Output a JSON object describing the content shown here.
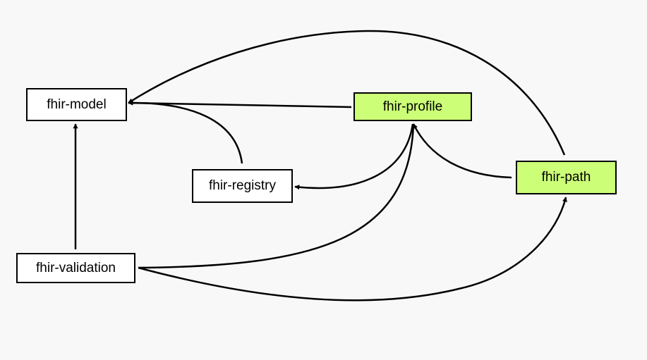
{
  "diagram": {
    "nodes": [
      {
        "id": "fhir-model",
        "label": "fhir-model",
        "highlighted": false
      },
      {
        "id": "fhir-profile",
        "label": "fhir-profile",
        "highlighted": true
      },
      {
        "id": "fhir-registry",
        "label": "fhir-registry",
        "highlighted": false
      },
      {
        "id": "fhir-path",
        "label": "fhir-path",
        "highlighted": true
      },
      {
        "id": "fhir-validation",
        "label": "fhir-validation",
        "highlighted": false
      }
    ],
    "edges": [
      {
        "from": "fhir-profile",
        "to": "fhir-model"
      },
      {
        "from": "fhir-registry",
        "to": "fhir-model"
      },
      {
        "from": "fhir-path",
        "to": "fhir-model"
      },
      {
        "from": "fhir-validation",
        "to": "fhir-model"
      },
      {
        "from": "fhir-profile",
        "to": "fhir-registry"
      },
      {
        "from": "fhir-path",
        "to": "fhir-profile"
      },
      {
        "from": "fhir-validation",
        "to": "fhir-profile"
      },
      {
        "from": "fhir-validation",
        "to": "fhir-path"
      }
    ],
    "colors": {
      "highlight": "#ccff77",
      "box": "#ffffff",
      "stroke": "#000000",
      "background": "#f8f8f8"
    }
  }
}
